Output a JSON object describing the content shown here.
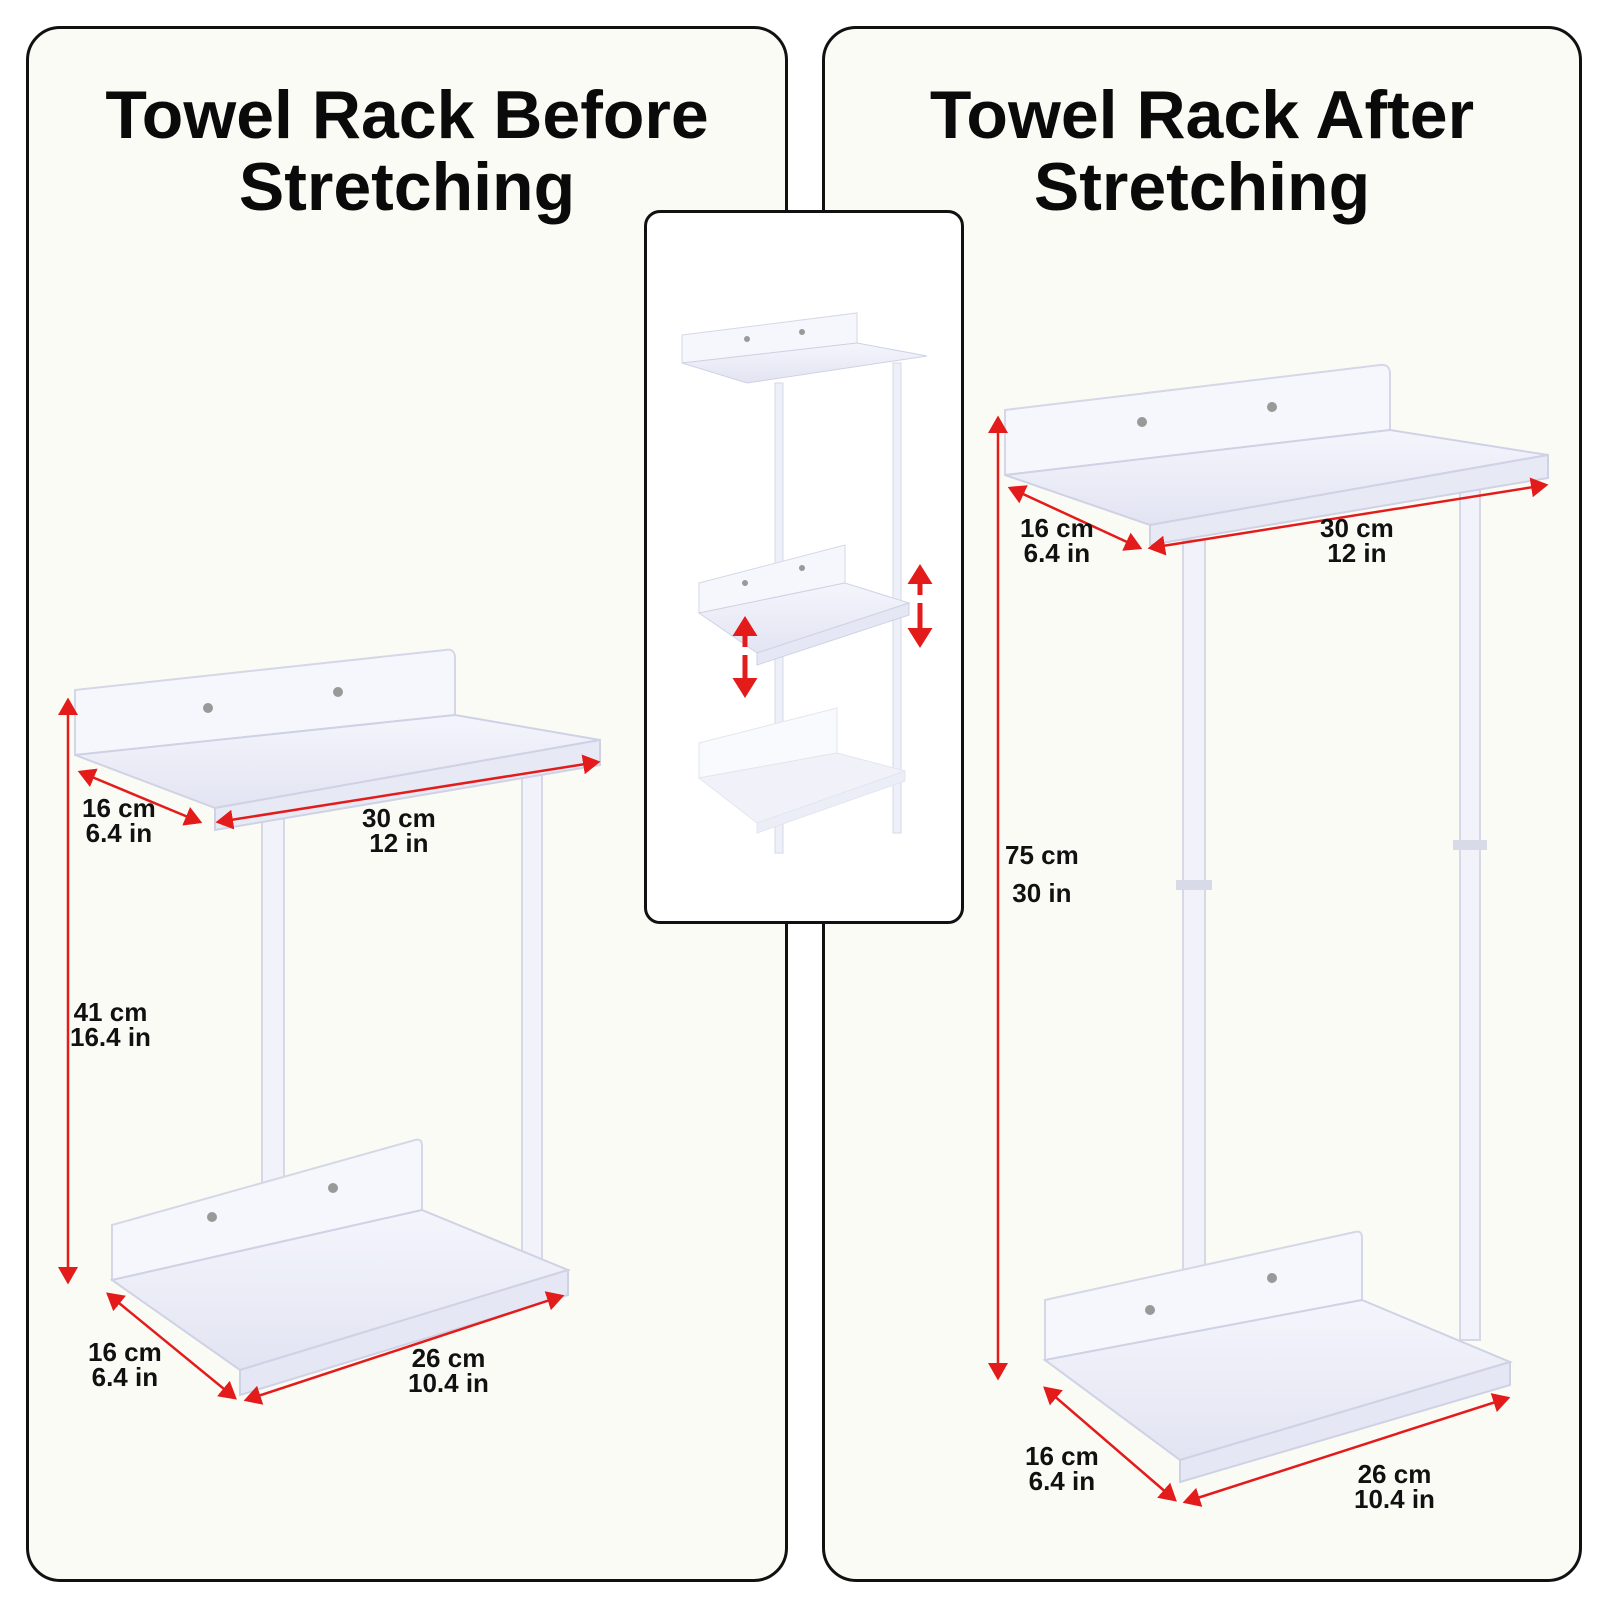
{
  "before": {
    "title_line1": "Towel Rack Before",
    "title_line2": "Stretching",
    "top_depth": {
      "cm": "16 cm",
      "in": "6.4 in"
    },
    "top_width": {
      "cm": "30 cm",
      "in": "12 in"
    },
    "height": {
      "cm": "41 cm",
      "in": "16.4 in"
    },
    "bottom_depth": {
      "cm": "16 cm",
      "in": "6.4 in"
    },
    "bottom_width": {
      "cm": "26 cm",
      "in": "10.4 in"
    }
  },
  "after": {
    "title_line1": "Towel Rack After",
    "title_line2": "Stretching",
    "top_depth": {
      "cm": "16 cm",
      "in": "6.4 in"
    },
    "top_width": {
      "cm": "30 cm",
      "in": "12 in"
    },
    "height": {
      "cm": "75 cm",
      "in": "30 in"
    },
    "bottom_depth": {
      "cm": "16 cm",
      "in": "6.4 in"
    },
    "bottom_width": {
      "cm": "26 cm",
      "in": "10.4 in"
    }
  },
  "colors": {
    "panel_background": "#fbfbf5",
    "border": "#111111",
    "dimension_arrow": "#e31b1b",
    "rack": "#eceef8"
  }
}
